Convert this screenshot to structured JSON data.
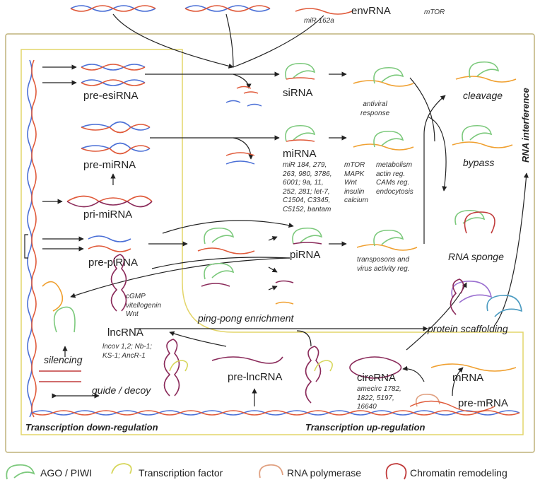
{
  "colors": {
    "agopiwi": "#7cc97c",
    "tf": "#d6d65a",
    "rnapol": "#e0a080",
    "chromatin": "#c03a3a",
    "box_outer": "#bfb27a",
    "box_inner": "#e3d56a",
    "rna_red": "#e05a3a",
    "rna_blue": "#4a6fd6",
    "rna_orange": "#f0a030",
    "rna_purple": "#8a2a5a"
  },
  "top": {
    "envRNA": "envRNA",
    "mTOR": "mTOR",
    "miR162a": "miR 162a"
  },
  "labels": {
    "pre_esiRNA": "pre-esiRNA",
    "pre_miRNA": "pre-miRNA",
    "pri_miRNA": "pri-miRNA",
    "pre_piRNA": "pre-piRNA",
    "siRNA": "siRNA",
    "miRNA": "miRNA",
    "piRNA": "piRNA",
    "lncRNA": "lncRNA",
    "pre_lncRNA": "pre-lncRNA",
    "circRNA": "circRNA",
    "mRNA": "mRNA",
    "pre_mRNA": "pre-mRNA",
    "cleavage": "cleavage",
    "bypass": "bypass",
    "rna_sponge": "RNA sponge",
    "protein_scaffolding": "protein scaffolding",
    "ping_pong": "ping-pong enrichment",
    "silencing": "silencing",
    "guide_decoy": "guide / decoy",
    "rna_interference": "RNA interference",
    "tdr": "Transcription down-regulation",
    "tur": "Transcription up-regulation"
  },
  "notes": {
    "antiviral": [
      "antiviral",
      "response"
    ],
    "mirna_list": [
      "miR 184, 279,",
      "263, 980, 3786,",
      "6001; 9a, 11,",
      "252, 281; let-7,",
      "C1504, C3345,",
      "C5152, bantam"
    ],
    "pathways": [
      "mTOR",
      "MAPK",
      "Wnt",
      "insulin",
      "calcium"
    ],
    "functions": [
      "metabolism",
      "actin reg.",
      "CAMs reg.",
      "endocytosis"
    ],
    "transposons": [
      "transposons and",
      "virus activity reg."
    ],
    "lnc_path": [
      "cGMP",
      "vitellogenin",
      "Wnt"
    ],
    "lnc_list": [
      "lncov 1,2; Nb-1;",
      "KS-1; AncR-1"
    ],
    "circ_list": [
      "amecirc 1782,",
      "1822, 5197,",
      "16640"
    ]
  },
  "legend": [
    {
      "label": "AGO / PIWI",
      "icon": "agopiwi-icon"
    },
    {
      "label": "Transcription factor",
      "icon": "tf-icon"
    },
    {
      "label": "RNA polymerase",
      "icon": "rnapol-icon"
    },
    {
      "label": "Chromatin remodeling",
      "icon": "chromatin-icon"
    }
  ]
}
